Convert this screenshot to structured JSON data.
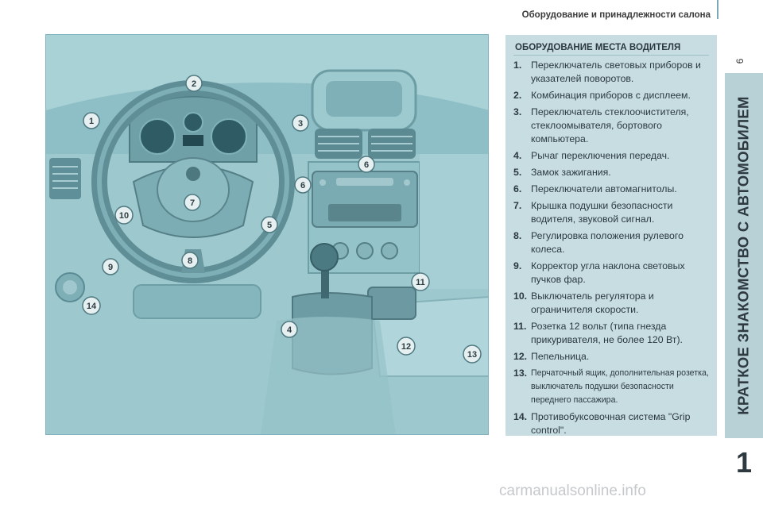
{
  "header": {
    "title": "Оборудование и принадлежности салона",
    "page_number": "9"
  },
  "sidebar": {
    "chapter_title": "КРАТКОЕ ЗНАКОМСТВО С АВТОМОБИЛЕМ",
    "chapter_number": "1"
  },
  "figure": {
    "callouts": [
      "1",
      "2",
      "3",
      "4",
      "5",
      "6",
      "6",
      "7",
      "8",
      "9",
      "10",
      "11",
      "12",
      "13",
      "14"
    ]
  },
  "panel": {
    "title": "ОБОРУДОВАНИЕ МЕСТА ВОДИТЕЛЯ",
    "items": [
      {
        "num": "1.",
        "text": "Переключатель световых приборов и указателей поворотов."
      },
      {
        "num": "2.",
        "text": "Комбинация приборов с дисплеем."
      },
      {
        "num": "3.",
        "text": "Переключатель стеклоочистителя, стеклоомывателя, бортового компьютера."
      },
      {
        "num": "4.",
        "text": "Рычаг переключения передач."
      },
      {
        "num": "5.",
        "text": "Замок зажигания."
      },
      {
        "num": "6.",
        "text": "Переключатели автомагнитолы."
      },
      {
        "num": "7.",
        "text": "Крышка подушки безопасности водителя, звуковой сигнал."
      },
      {
        "num": "8.",
        "text": "Регулировка положения рулевого колеса."
      },
      {
        "num": "9.",
        "text": "Корректор угла наклона световых пучков фар."
      },
      {
        "num": "10.",
        "text": "Выключатель регулятора и ограничителя скорости."
      },
      {
        "num": "11.",
        "text": "Розетка 12 вольт (типа гнезда прикуривателя, не более 120 Вт)."
      },
      {
        "num": "12.",
        "text": "Пепельница."
      },
      {
        "num": "13.",
        "text": "Перчаточный ящик, дополнительная розетка, выключатель подушки безопасности переднего пассажира."
      },
      {
        "num": "14.",
        "text": "Противобуксовочная система \"Grip control\"."
      }
    ]
  },
  "watermark": "carmanualsonline.info",
  "colors": {
    "panel_bg": "#c7dde1",
    "sidebar_bg": "#b7d1d7",
    "figure_bg": "#a7d0d5",
    "text": "#2c3940"
  }
}
